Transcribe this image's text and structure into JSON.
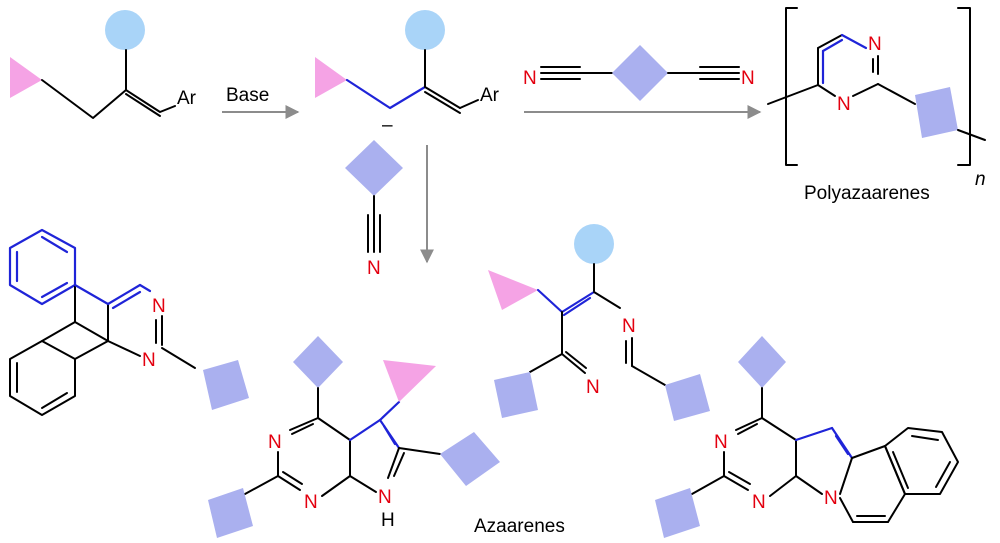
{
  "reagents": {
    "ar_start": "Ar",
    "base": "Base",
    "ar_anion": "Ar",
    "anion_charge": "–",
    "dinitrile_n_left": "N",
    "dinitrile_n_right": "N",
    "nitrile_n": "N"
  },
  "products": {
    "polyazaarenes": "Polyazaarenes",
    "polymer_index": "n",
    "azaarenes": "Azaarenes",
    "nitrogen": "N",
    "hydrogen": "H"
  },
  "colors": {
    "new_bond_blue": "#1f24d8",
    "nitrogen_red": "#e3000f",
    "triangle_pink": "#f5a3e5",
    "circle_blue": "#a9d4f8",
    "diamond_lavender": "#aab0ef",
    "arrow_gray": "#8c8c8c"
  },
  "icons": [
    "triangle-substituent",
    "circle-substituent",
    "diamond-substituent",
    "reaction-arrow"
  ]
}
